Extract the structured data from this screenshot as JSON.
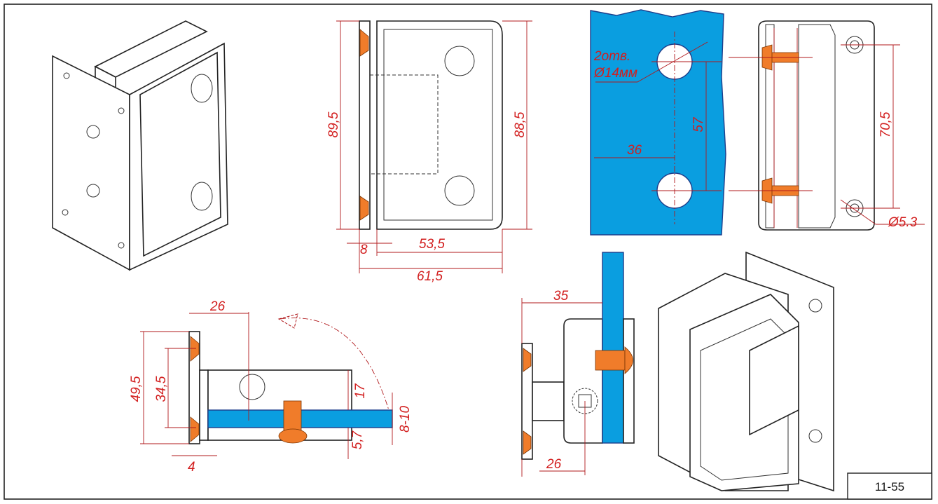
{
  "drawing_code": "11-55",
  "colors": {
    "dimension": "#d21e1e",
    "glass": "#0a9ee0",
    "screw": "#f07c2a"
  },
  "front_view": {
    "plate_height": "89,5",
    "body_height": "88,5",
    "plate_thickness": "8",
    "body_width": "53,5",
    "overall_width": "61,5"
  },
  "glass_view": {
    "holes_note_line1": "2отв.",
    "holes_note_line2": "Ø14мм",
    "hole_spacing": "57",
    "edge_offset": "36"
  },
  "side_view": {
    "hole_spacing": "70,5",
    "hole_diameter": "Ø5.3"
  },
  "top_view": {
    "offset": "26",
    "plate_height": "49,5",
    "hole_spacing": "34,5",
    "body_offset": "17",
    "glass_offset": "5,7",
    "glass_thickness": "8-10",
    "plate_thickness": "4"
  },
  "section_view": {
    "glass_offset": "35",
    "pivot_offset": "26"
  }
}
